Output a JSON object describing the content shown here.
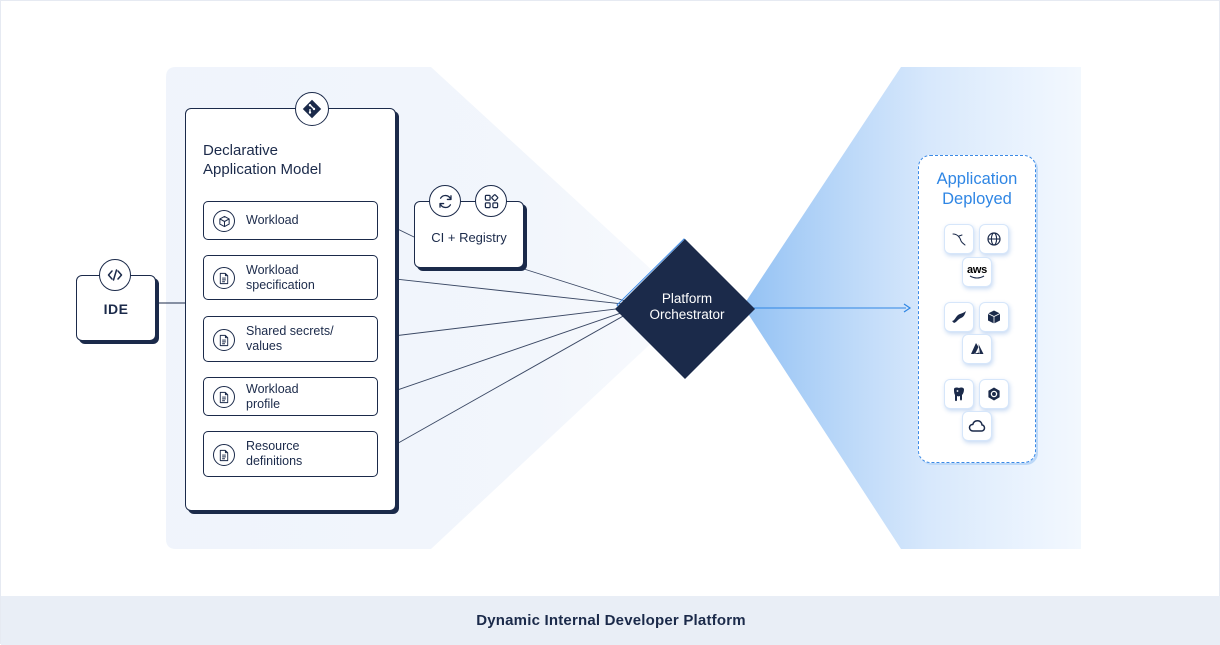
{
  "footer_title": "Dynamic Internal Developer Platform",
  "ide": {
    "label": "IDE",
    "icon": "code-icon"
  },
  "model": {
    "title_line1": "Declarative",
    "title_line2": "Application Model",
    "badge_icon": "git-icon",
    "items": [
      {
        "line1": "Workload",
        "line2": "",
        "icon": "cube-icon"
      },
      {
        "line1": "Workload",
        "line2": "specification",
        "icon": "document-icon"
      },
      {
        "line1": "Shared secrets/",
        "line2": "values",
        "icon": "document-icon"
      },
      {
        "line1": "Workload",
        "line2": "profile",
        "icon": "document-icon"
      },
      {
        "line1": "Resource",
        "line2": "definitions",
        "icon": "document-icon"
      }
    ]
  },
  "ci": {
    "label": "CI + Registry",
    "icons": [
      "sync-icon",
      "grid-icon"
    ]
  },
  "orchestrator": {
    "line1": "Platform",
    "line2": "Orchestrator"
  },
  "deployed": {
    "title_line1": "Application",
    "title_line2": "Deployed",
    "aws_text": "aws",
    "tiles": [
      "mysql-icon",
      "globe-icon",
      "aws-icon",
      "mariadb-icon",
      "box-icon",
      "azure-icon",
      "postgres-icon",
      "gcp-icon",
      "cloud-icon"
    ]
  },
  "colors": {
    "navy": "#1b2a4a",
    "blue": "#2f86e4",
    "footer_bg": "#e9eef6"
  }
}
